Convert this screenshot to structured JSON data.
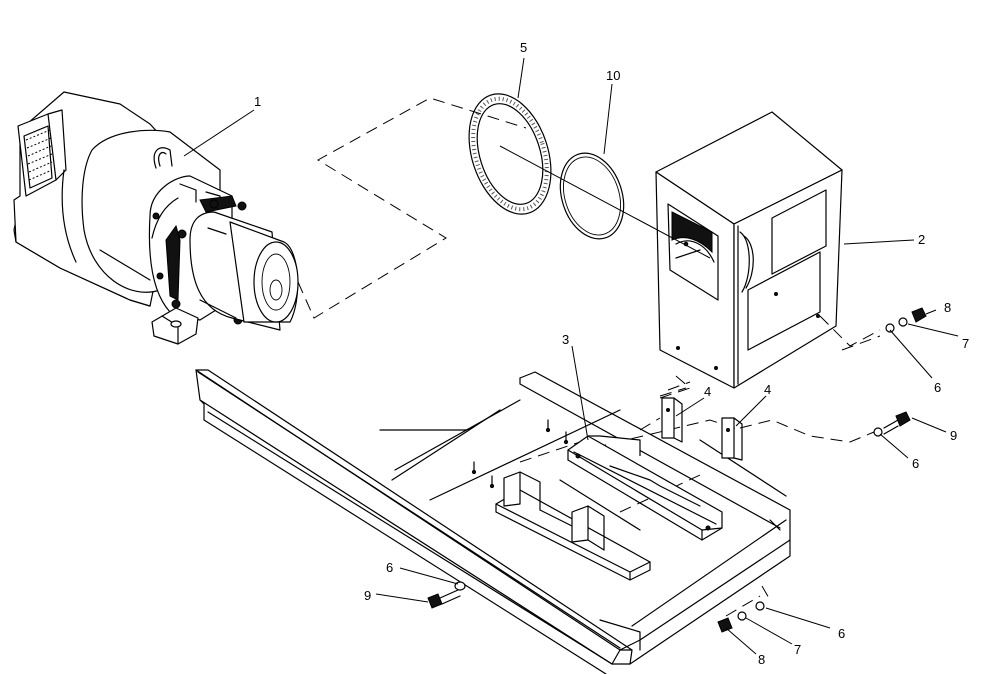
{
  "callouts": [
    {
      "id": "c1",
      "text": "1"
    },
    {
      "id": "c5",
      "text": "5"
    },
    {
      "id": "c10",
      "text": "10"
    },
    {
      "id": "c2",
      "text": "2"
    },
    {
      "id": "c8a",
      "text": "8"
    },
    {
      "id": "c7a",
      "text": "7"
    },
    {
      "id": "c6a",
      "text": "6"
    },
    {
      "id": "c3",
      "text": "3"
    },
    {
      "id": "c4a",
      "text": "4"
    },
    {
      "id": "c4b",
      "text": "4"
    },
    {
      "id": "c9a",
      "text": "9"
    },
    {
      "id": "c6b",
      "text": "6"
    },
    {
      "id": "c6c",
      "text": "6"
    },
    {
      "id": "c9b",
      "text": "9"
    },
    {
      "id": "c6d",
      "text": "6"
    },
    {
      "id": "c7b",
      "text": "7"
    },
    {
      "id": "c8b",
      "text": "8"
    }
  ]
}
